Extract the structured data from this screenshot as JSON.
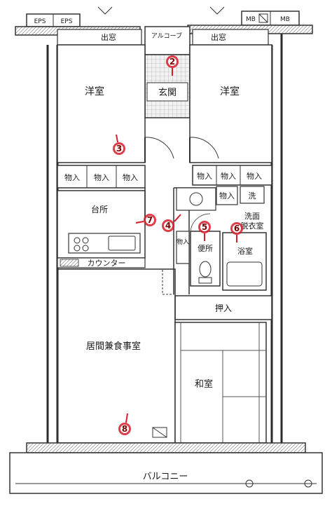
{
  "rooms": {
    "eps1": "EPS",
    "eps2": "EPS",
    "mb1": "MB",
    "mb2": "MB",
    "bay_window_left": "出窓",
    "bay_window_right": "出窓",
    "alcove": "アルコーブ",
    "entrance": "玄関",
    "western_room_left": "洋室",
    "western_room_right": "洋室",
    "closet": "物入",
    "kitchen": "台所",
    "counter": "カウンター",
    "wash": "洗",
    "washroom_line1": "洗面",
    "washroom_line2": "脱衣室",
    "toilet": "便所",
    "bathroom": "浴室",
    "storage": "押入",
    "living_dining": "居間兼食事室",
    "japanese_room": "和室",
    "balcony": "バルコニー"
  },
  "markers": [
    "2",
    "3",
    "4",
    "5",
    "6",
    "7",
    "8"
  ],
  "colors": {
    "wall": "#2b2b2b",
    "marker": "#d81b2a",
    "tile": "#e6e6e6",
    "tatami": "#f7f7f7"
  }
}
